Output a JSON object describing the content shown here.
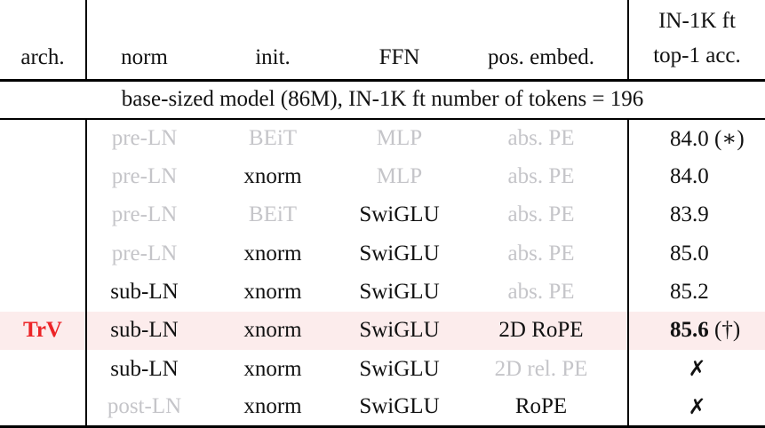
{
  "colors": {
    "accent_red": "#ec2427",
    "muted_text": "#c5c5c9",
    "highlight_row": "#fcecec",
    "rule_black": "#000000",
    "text_black": "#111111",
    "background": "#ffffff"
  },
  "table": {
    "headers": {
      "arch": "arch.",
      "norm": "norm",
      "init": "init.",
      "ffn": "FFN",
      "pos": "pos. embed.",
      "acc_line1": "IN-1K ft",
      "acc_line2": "top-1 acc."
    },
    "section_note": "base-sized model (86M), IN-1K ft number of tokens = 196",
    "rows": [
      {
        "arch": "",
        "norm": "pre-LN",
        "init": "BEiT",
        "ffn": "MLP",
        "pos": "abs. PE",
        "acc": "84.0",
        "acc_suffix": "(∗)"
      },
      {
        "arch": "",
        "norm": "pre-LN",
        "init": "xnorm",
        "ffn": "MLP",
        "pos": "abs. PE",
        "acc": "84.0",
        "acc_suffix": ""
      },
      {
        "arch": "",
        "norm": "pre-LN",
        "init": "BEiT",
        "ffn": "SwiGLU",
        "pos": "abs. PE",
        "acc": "83.9",
        "acc_suffix": ""
      },
      {
        "arch": "",
        "norm": "pre-LN",
        "init": "xnorm",
        "ffn": "SwiGLU",
        "pos": "abs. PE",
        "acc": "85.0",
        "acc_suffix": ""
      },
      {
        "arch": "",
        "norm": "sub-LN",
        "init": "xnorm",
        "ffn": "SwiGLU",
        "pos": "abs. PE",
        "acc": "85.2",
        "acc_suffix": ""
      },
      {
        "arch": "TrV",
        "norm": "sub-LN",
        "init": "xnorm",
        "ffn": "SwiGLU",
        "pos": "2D RoPE",
        "acc": "85.6",
        "acc_suffix": "(†)"
      },
      {
        "arch": "",
        "norm": "sub-LN",
        "init": "xnorm",
        "ffn": "SwiGLU",
        "pos": "2D rel. PE",
        "acc": "✗",
        "acc_suffix": ""
      },
      {
        "arch": "",
        "norm": "post-LN",
        "init": "xnorm",
        "ffn": "SwiGLU",
        "pos": "RoPE",
        "acc": "✗",
        "acc_suffix": ""
      }
    ]
  }
}
